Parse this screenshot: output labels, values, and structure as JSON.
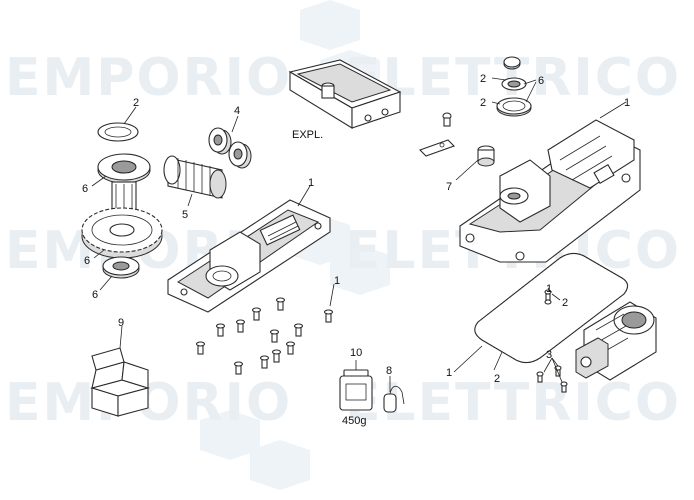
{
  "watermark": {
    "word_left": "EMPORIO",
    "word_right": "ELETTRICO"
  },
  "labels": {
    "motor_cover": "1",
    "gasket_top_rings": "2",
    "bearings_top_right": "6",
    "top_washers": "2",
    "cover_ring_left": "2",
    "gear_bearing": "4",
    "bearing_upper_left": "6",
    "worm_shaft": "5",
    "gear_wheel": "6",
    "bottom_bearing": "6",
    "base_plate": "1",
    "box_explode": "EXPL.",
    "nipple_part": "7",
    "screws_group": "1",
    "packaging_box": "9",
    "grease_jar": "10",
    "grease_weight": "450g",
    "capacitor": "8",
    "gasket_small_screw": "1",
    "gasket_screw_2": "2",
    "motor_gasket": "2",
    "motor_screw": "3",
    "motor_assembly": "1"
  }
}
